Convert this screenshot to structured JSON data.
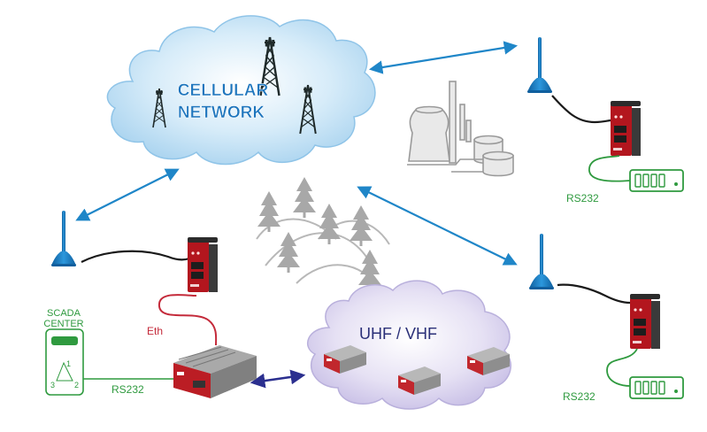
{
  "cellular_cloud": {
    "title_line1": "CELLULAR",
    "title_line2": "NETWORK"
  },
  "radio_cloud": {
    "title": "UHF / VHF"
  },
  "scada": {
    "label_line1": "SCADA",
    "label_line2": "CENTER",
    "node_1": "1",
    "node_2": "2",
    "node_3": "3"
  },
  "links": {
    "eth_label": "Eth",
    "rs232_left": "RS232",
    "rs232_top_right": "RS232",
    "rs232_bottom_right": "RS232"
  },
  "colors": {
    "cloud_blue": "#bfe0f5",
    "cloud_purple": "#dcd6ef",
    "arrow_blue": "#1f86c8",
    "arrow_navy": "#2b2f8f",
    "serial_green": "#2f9a3f",
    "eth_red": "#c42a3a",
    "router_red": "#b3161e",
    "antenna_blue": "#1679c0",
    "trees_grey": "#a8a8a8"
  }
}
